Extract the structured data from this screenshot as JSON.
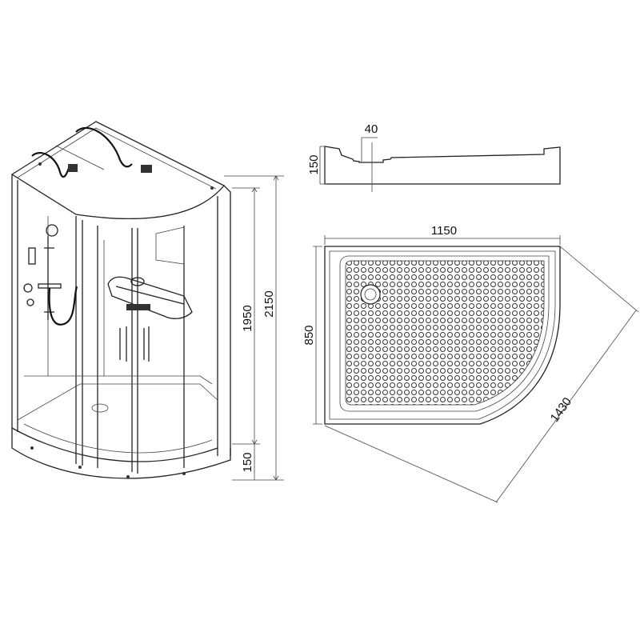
{
  "cabin_dimensions": {
    "enclosure_height": "1950",
    "total_height": "2150",
    "tray_height": "150"
  },
  "tray_profile": {
    "height": "150",
    "drain_offset": "40"
  },
  "tray_plan": {
    "width": "1150",
    "depth": "850",
    "diagonal": "1430"
  }
}
